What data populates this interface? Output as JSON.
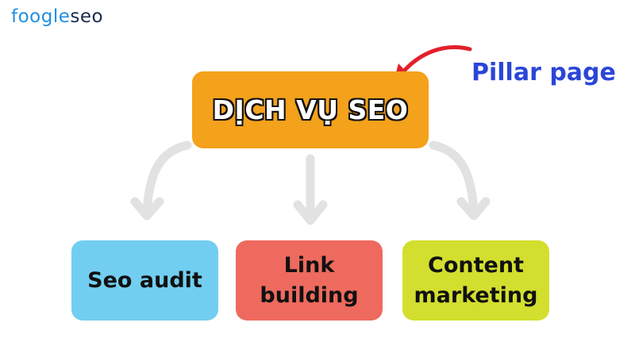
{
  "logo": {
    "part_a": "foogle",
    "part_b": "seo"
  },
  "diagram": {
    "pillar_label": "Pillar page",
    "main_node": "DỊCH VỤ SEO",
    "children": [
      {
        "label": "Seo audit"
      },
      {
        "label": "Link\nbuilding"
      },
      {
        "label": "Content\nmarketing"
      }
    ]
  },
  "colors": {
    "main_node": "#f4a11c",
    "seo_audit": "#72cef0",
    "link_building": "#ee6a5e",
    "content_marketing": "#d3df2e",
    "pillar_text": "#2a46d8",
    "red_arrow": "#e3202b",
    "connector": "#e2e2e2"
  }
}
